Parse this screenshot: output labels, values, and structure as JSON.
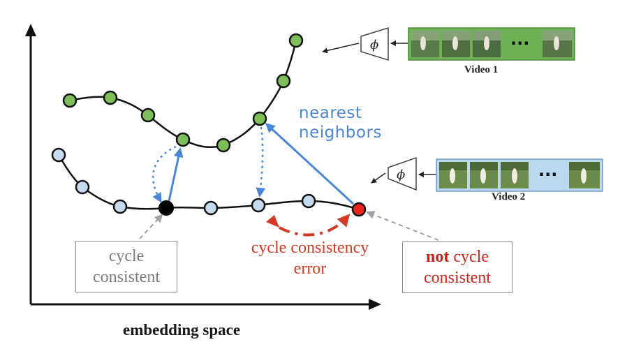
{
  "axes": {
    "x_label": "embedding space"
  },
  "annotations": {
    "nearest_neighbors_line1": "nearest",
    "nearest_neighbors_line2": "neighbors",
    "cycle_consistent_line1": "cycle",
    "cycle_consistent_line2": "consistent",
    "cycle_error_line1": "cycle consistency",
    "cycle_error_line2": "error",
    "not_cycle_bold": "not",
    "not_cycle_rest": " cycle",
    "not_cycle_line2": "consistent"
  },
  "videos": [
    {
      "label": "Video 1",
      "encoder_symbol": "ϕ",
      "ellipsis": "···",
      "frame_color": "#6fb255"
    },
    {
      "label": "Video 2",
      "encoder_symbol": "ϕ",
      "ellipsis": "···",
      "frame_color": "#bcd8ef"
    }
  ],
  "colors": {
    "green_node": "#7dbd5a",
    "blue_node": "#c7dbef",
    "black_node": "#000000",
    "red_node": "#e8231b",
    "arrow_blue": "#4a86d8",
    "arrow_red": "#d23a26",
    "dashed_gray": "#a0a0a0"
  }
}
